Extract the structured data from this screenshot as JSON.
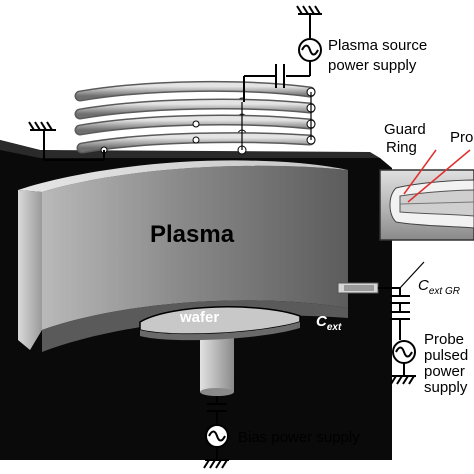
{
  "labels": {
    "plasma_source_line1": "Plasma source",
    "plasma_source_line2": "power supply",
    "plasma": "Plasma",
    "wafer": "wafer",
    "c_ext": "C",
    "c_ext_sub": "ext",
    "c_ext_gr": "C",
    "c_ext_gr_sub": "ext GR",
    "guard_ring_line1": "Guard",
    "guard_ring_line2": "Ring",
    "probe_cut": "Pro",
    "probe_line1": "Probe",
    "probe_line2": "pulsed",
    "probe_line3": "power",
    "probe_line4": "supply",
    "bias_power_supply": "Bias power supply"
  },
  "colors": {
    "chamber_wall": "#0a0a0a",
    "plasma_gray": "#8e8e8e",
    "coil": "#b4b4b4",
    "inset_bg": "#d0d0d0",
    "probe_accent": "#e03030"
  },
  "icons": [
    "ground-icon",
    "ac-source-icon",
    "capacitor-icon",
    "inductor-icon"
  ]
}
